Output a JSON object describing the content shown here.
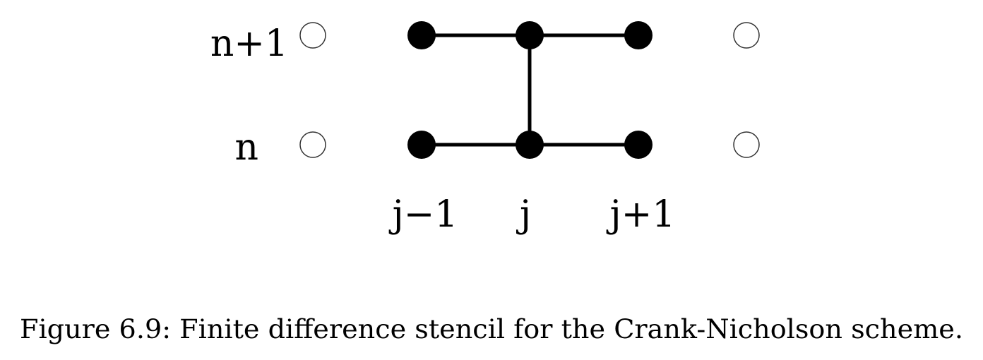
{
  "diagram": {
    "rows": [
      {
        "id": "n_plus_1",
        "label": "n+1"
      },
      {
        "id": "n",
        "label": "n"
      }
    ],
    "columns": [
      {
        "id": "j_minus_1",
        "label": "j−1"
      },
      {
        "id": "j",
        "label": "j"
      },
      {
        "id": "j_plus_1",
        "label": "j+1"
      }
    ],
    "colors": {
      "stencil": "#000000",
      "inactive_node_stroke": "#333333",
      "background": "#ffffff"
    }
  },
  "caption": "Figure 6.9: Finite difference stencil for the Crank-Nicholson scheme."
}
